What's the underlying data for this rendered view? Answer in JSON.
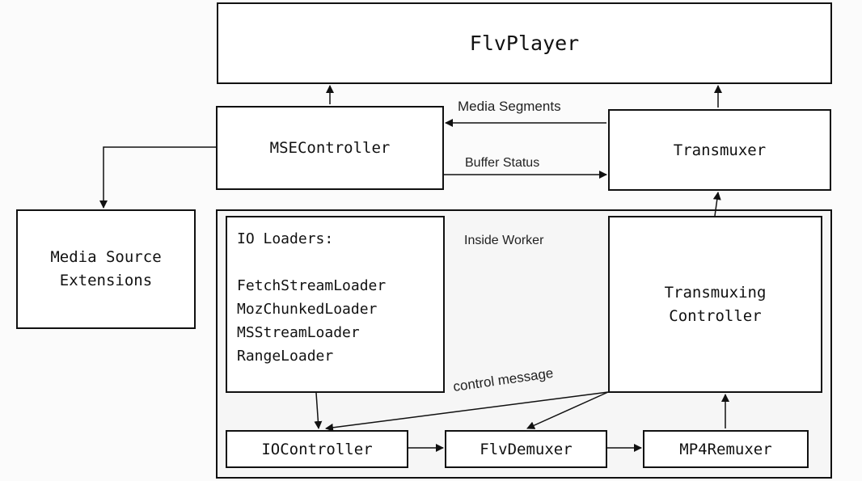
{
  "boxes": {
    "flvplayer": "FlvPlayer",
    "msecontroller": "MSEController",
    "transmuxer": "Transmuxer",
    "media_source_extensions": "Media Source\nExtensions",
    "transmuxing_controller": "Transmuxing\nController",
    "iocontroller": "IOController",
    "flvdemuxer": "FlvDemuxer",
    "mp4remuxer": "MP4Remuxer"
  },
  "io_loaders": {
    "title": "IO Loaders:",
    "items": [
      "FetchStreamLoader",
      "MozChunkedLoader",
      "MSStreamLoader",
      "RangeLoader"
    ]
  },
  "labels": {
    "media_segments": "Media Segments",
    "buffer_status": "Buffer Status",
    "inside_worker": "Inside Worker",
    "control_message": "control message"
  }
}
